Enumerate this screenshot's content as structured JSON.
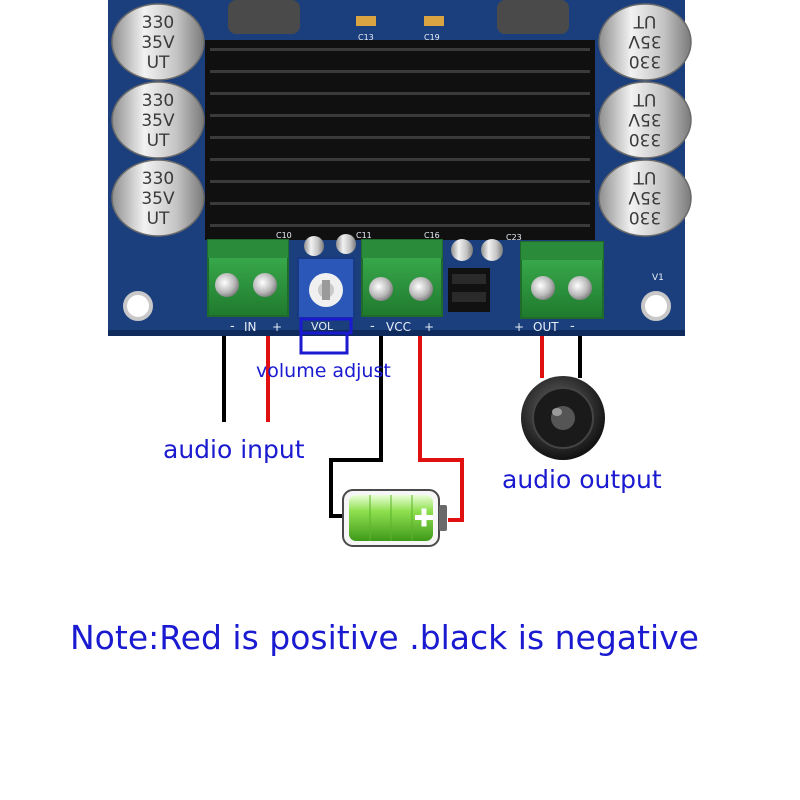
{
  "colors": {
    "pcb": "#1b3f7d",
    "pcb_edge": "#0f2a5c",
    "heatsink": "#101010",
    "fin_highlight": "#3a3a3a",
    "terminal": "#2f9a3f",
    "terminal_dark": "#1e6b2a",
    "capacitor": "#bcbcbc",
    "silkscreen": "#e8eef8",
    "wire_red": "#e01010",
    "wire_black": "#000000",
    "label_blue": "#1a1ad1",
    "battery_green": "#6ed43a"
  },
  "board": {
    "capacitors": [
      {
        "text": [
          "330",
          "35V",
          "UT"
        ],
        "side": "left"
      },
      {
        "text": [
          "330",
          "35V",
          "UT"
        ],
        "side": "left"
      },
      {
        "text": [
          "330",
          "35V",
          "UT"
        ],
        "side": "left"
      },
      {
        "text": [
          "UT",
          "35V",
          "330"
        ],
        "side": "right"
      },
      {
        "text": [
          "UT",
          "35V",
          "330"
        ],
        "side": "right"
      },
      {
        "text": [
          "UT",
          "35V",
          "330"
        ],
        "side": "right"
      }
    ],
    "part_labels": {
      "c13": "C13",
      "c19": "C19",
      "c10": "C10",
      "c11": "C11",
      "c16": "C16",
      "c23": "C23",
      "v1": "V1"
    },
    "silkscreen": {
      "in_minus": "-",
      "in_label": "IN",
      "in_plus": "+",
      "vol_label": "VOL",
      "vcc_minus": "-",
      "vcc_label": "VCC",
      "vcc_plus": "+",
      "out_plus": "+",
      "out_label": "OUT",
      "out_minus": "-"
    }
  },
  "labels": {
    "audio_input": "audio input",
    "volume_adjust": "volume adjust",
    "audio_output": "audio output",
    "note": "Note:Red is positive .black is negative"
  }
}
